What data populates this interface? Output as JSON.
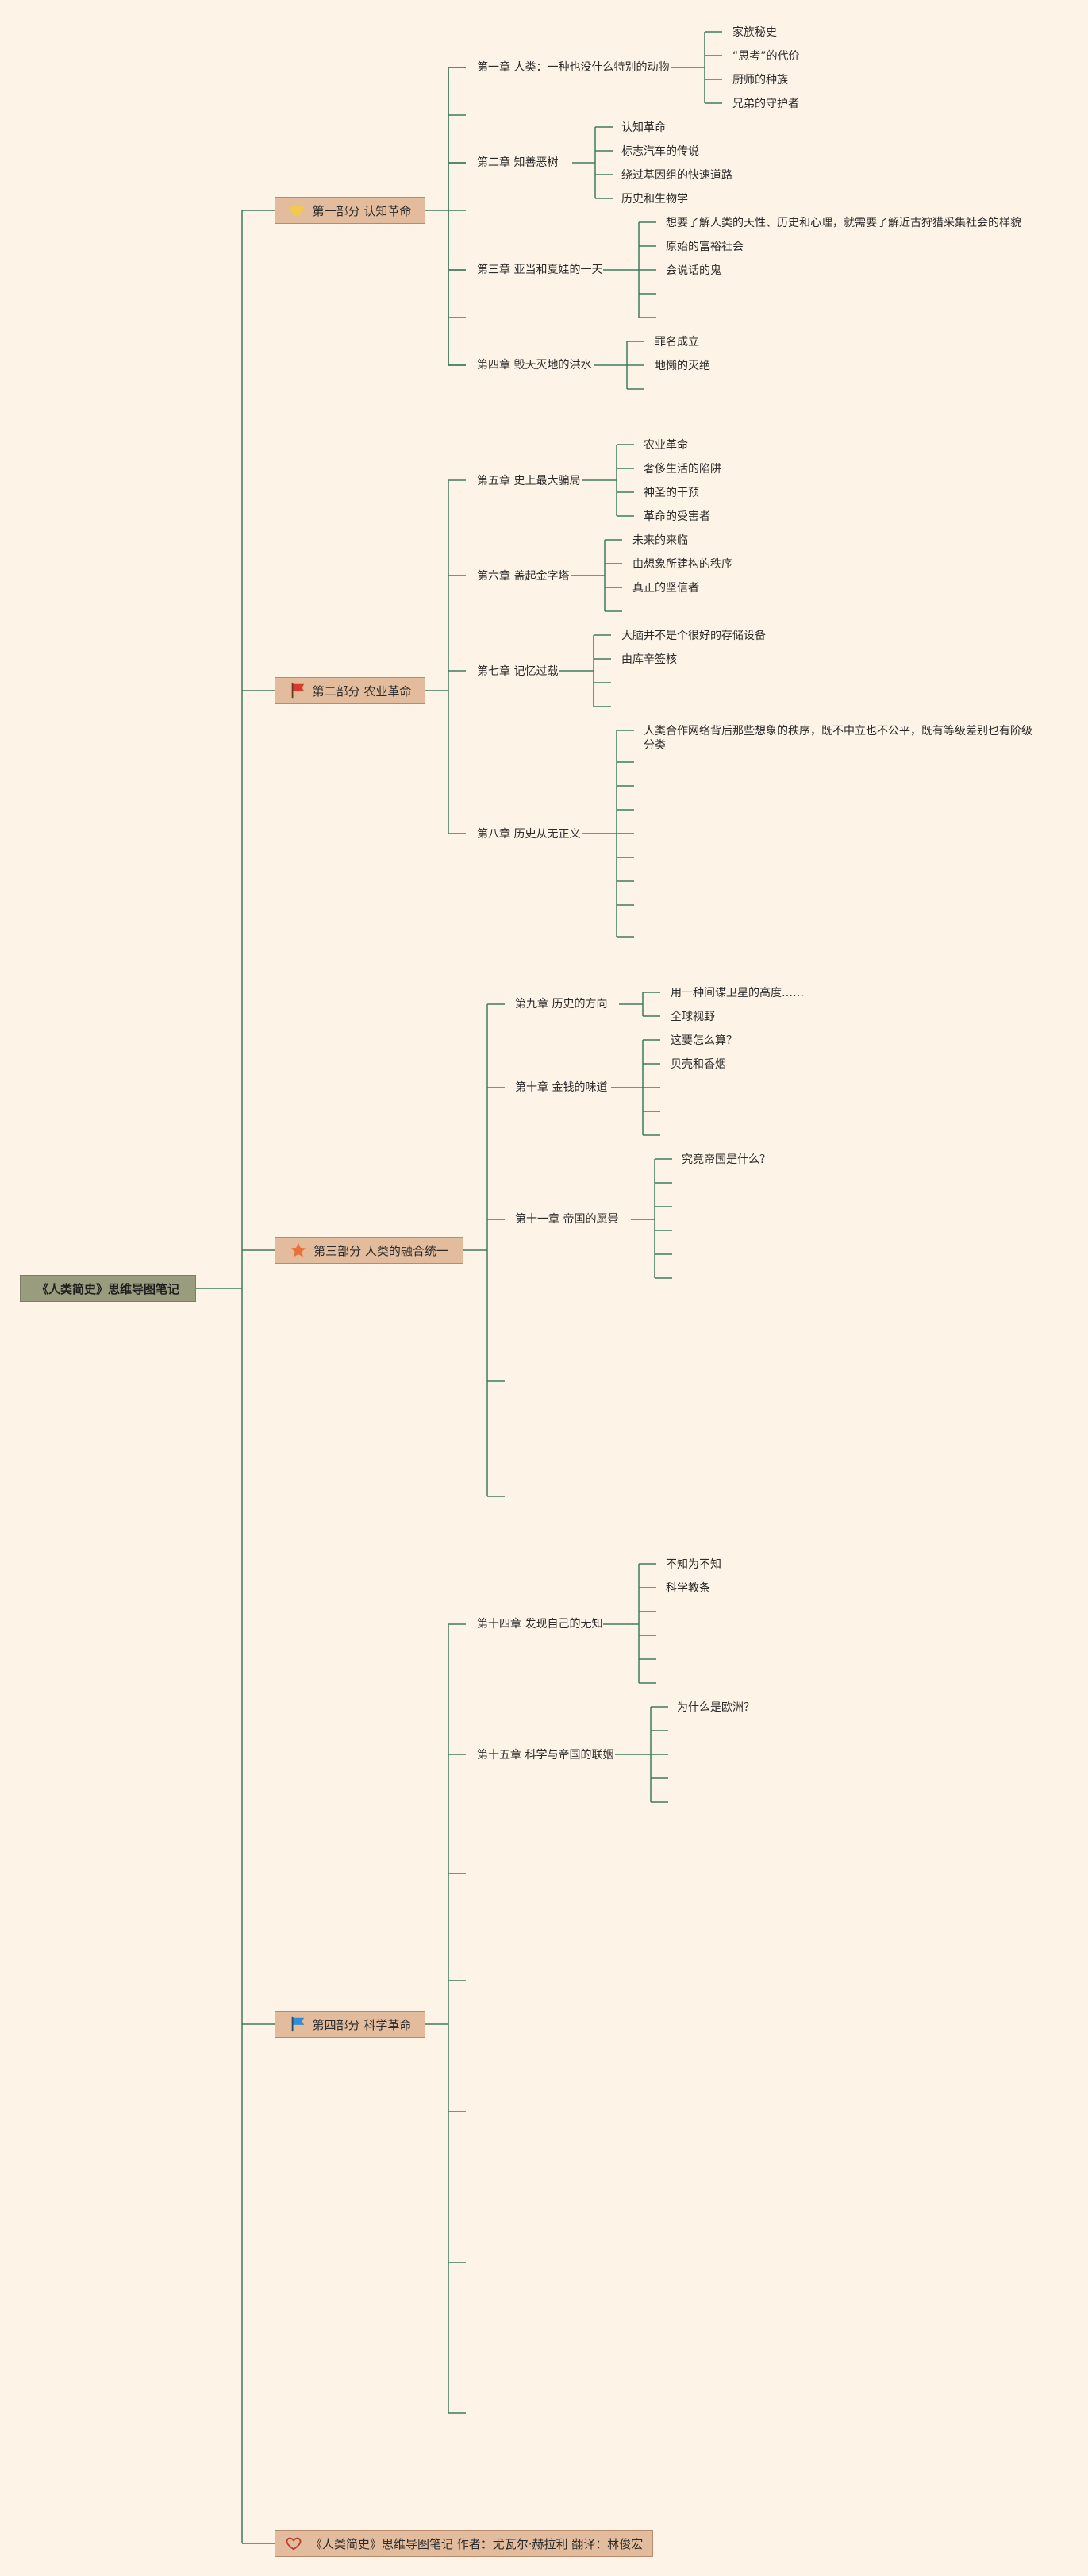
{
  "title": "《人类简史》思维导图笔记",
  "footer": {
    "text": "《人类简史》思维导图笔记 作者：尤瓦尔·赫拉利 翻译：林俊宏",
    "icon": "heart-outline-icon",
    "icon_color": "#c0392b"
  },
  "colors": {
    "line": "#3f7a5d",
    "background": "#fdf3e7",
    "part_box": "#e2bc9d",
    "root_box": "#9a9c7e"
  },
  "parts": [
    {
      "label": "第一部分 认知革命",
      "icon": "yellow-heart-icon",
      "icon_color": "#f2c94c",
      "chapters": [
        {
          "label": "第一章 人类：一种也没什么特别的动物",
          "items": [
            "家族秘史",
            "“思考”的代价",
            "厨师的种族",
            "兄弟的守护者"
          ]
        },
        {
          "label": "第二章 知善恶树",
          "items": [
            "认知革命",
            "标志汽车的传说",
            "绕过基因组的快速道路",
            "历史和生物学"
          ]
        },
        {
          "label": "第三章 亚当和夏娃的一天",
          "items": [
            "想要了解人类的天性、历史和心理，就需要了解近古狩猎采集社会的样貌",
            "原始的富裕社会",
            "会说话的鬼",
            "",
            ""
          ]
        },
        {
          "label": "第四章 毁天灭地的洪水",
          "items": [
            "罪名成立",
            "地懒的灭绝",
            ""
          ]
        }
      ]
    },
    {
      "label": "第二部分 农业革命",
      "icon": "red-flag-icon",
      "icon_color": "#d93a2b",
      "chapters": [
        {
          "label": "第五章 史上最大骗局",
          "items": [
            "农业革命",
            "奢侈生活的陷阱",
            "神圣的干预",
            "革命的受害者"
          ]
        },
        {
          "label": "第六章 盖起金字塔",
          "items": [
            "未来的来临",
            "由想象所建构的秩序",
            "真正的坚信者",
            ""
          ]
        },
        {
          "label": "第七章 记忆过载",
          "items": [
            "大脑并不是个很好的存储设备",
            "由库辛签核",
            "",
            ""
          ]
        },
        {
          "label": "第八章 历史从无正义",
          "items": [
            "人类合作网络背后那些想象的秩序，既不中立也不公平，既有等级差别也有阶级分类",
            "",
            "",
            "",
            "",
            "",
            "",
            "",
            ""
          ]
        }
      ]
    },
    {
      "label": "第三部分 人类的融合统一",
      "icon": "orange-star-icon",
      "icon_color": "#e8703a",
      "chapters": [
        {
          "label": "第九章 历史的方向",
          "items": [
            "用一种间谍卫星的高度……",
            "全球视野"
          ]
        },
        {
          "label": "第十章 金钱的味道",
          "items": [
            "这要怎么算？",
            "贝壳和香烟",
            "",
            ""
          ]
        },
        {
          "label": "第十一章 帝国的愿景",
          "items": [
            "究竟帝国是什么？",
            "",
            "",
            "",
            "",
            ""
          ]
        },
        {
          "label": "",
          "items": []
        },
        {
          "label": "",
          "items": []
        }
      ]
    },
    {
      "label": "第四部分 科学革命",
      "icon": "blue-flag-icon",
      "icon_color": "#2f8fd6",
      "chapters": [
        {
          "label": "第十四章 发现自己的无知",
          "items": [
            "不知为不知",
            "科学教条",
            "",
            "",
            "",
            ""
          ]
        },
        {
          "label": "第十五章 科学与帝国的联姻",
          "items": [
            "为什么是欧洲？",
            "",
            "",
            "",
            ""
          ]
        },
        {
          "label": "",
          "items": []
        },
        {
          "label": "",
          "items": []
        },
        {
          "label": "",
          "items": []
        },
        {
          "label": "",
          "items": []
        },
        {
          "label": "",
          "items": []
        }
      ]
    }
  ]
}
